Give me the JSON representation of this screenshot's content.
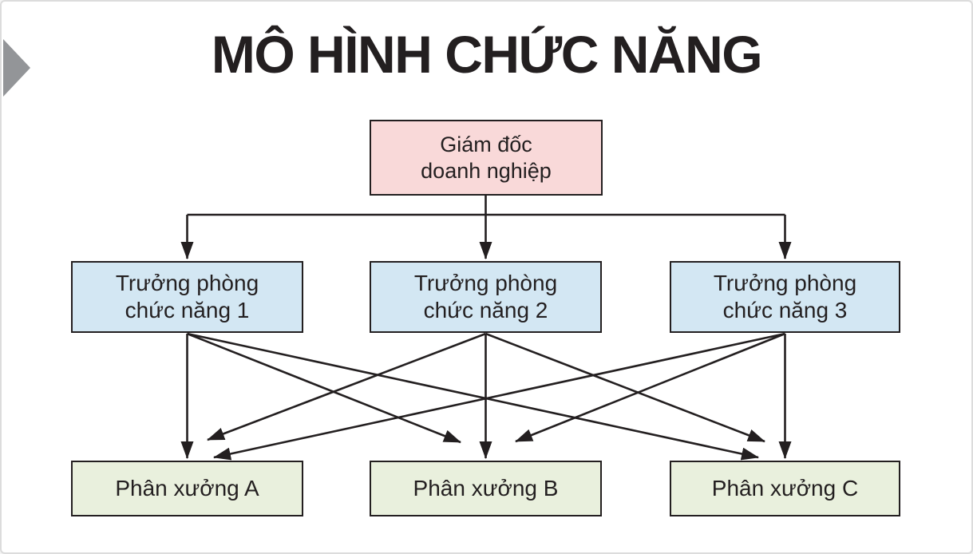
{
  "slide": {
    "title": "MÔ HÌNH CHỨC NĂNG"
  },
  "colors": {
    "ink": "#231f20",
    "director_fill": "#f9d9d9",
    "manager_fill": "#d3e7f3",
    "workshop_fill": "#e9f0dd",
    "accent_triangle": "#939598",
    "card_border": "#dcdcdc",
    "background": "#ffffff"
  },
  "nodes": {
    "director": {
      "label": "Giám đốc\ndoanh nghiệp"
    },
    "managers": [
      {
        "label": "Trưởng phòng\nchức năng 1"
      },
      {
        "label": "Trưởng phòng\nchức năng 2"
      },
      {
        "label": "Trưởng phòng\nchức năng 3"
      }
    ],
    "workshops": [
      {
        "label": "Phân xưởng A"
      },
      {
        "label": "Phân xưởng B"
      },
      {
        "label": "Phân xưởng C"
      }
    ]
  },
  "edges": [
    {
      "from": "Giám đốc doanh nghiệp",
      "to": "Trưởng phòng chức năng 1"
    },
    {
      "from": "Giám đốc doanh nghiệp",
      "to": "Trưởng phòng chức năng 2"
    },
    {
      "from": "Giám đốc doanh nghiệp",
      "to": "Trưởng phòng chức năng 3"
    },
    {
      "from": "Trưởng phòng chức năng 1",
      "to": "Phân xưởng A"
    },
    {
      "from": "Trưởng phòng chức năng 1",
      "to": "Phân xưởng B"
    },
    {
      "from": "Trưởng phòng chức năng 1",
      "to": "Phân xưởng C"
    },
    {
      "from": "Trưởng phòng chức năng 2",
      "to": "Phân xưởng A"
    },
    {
      "from": "Trưởng phòng chức năng 2",
      "to": "Phân xưởng B"
    },
    {
      "from": "Trưởng phòng chức năng 2",
      "to": "Phân xưởng C"
    },
    {
      "from": "Trưởng phòng chức năng 3",
      "to": "Phân xưởng A"
    },
    {
      "from": "Trưởng phòng chức năng 3",
      "to": "Phân xưởng B"
    },
    {
      "from": "Trưởng phòng chức năng 3",
      "to": "Phân xưởng C"
    }
  ]
}
